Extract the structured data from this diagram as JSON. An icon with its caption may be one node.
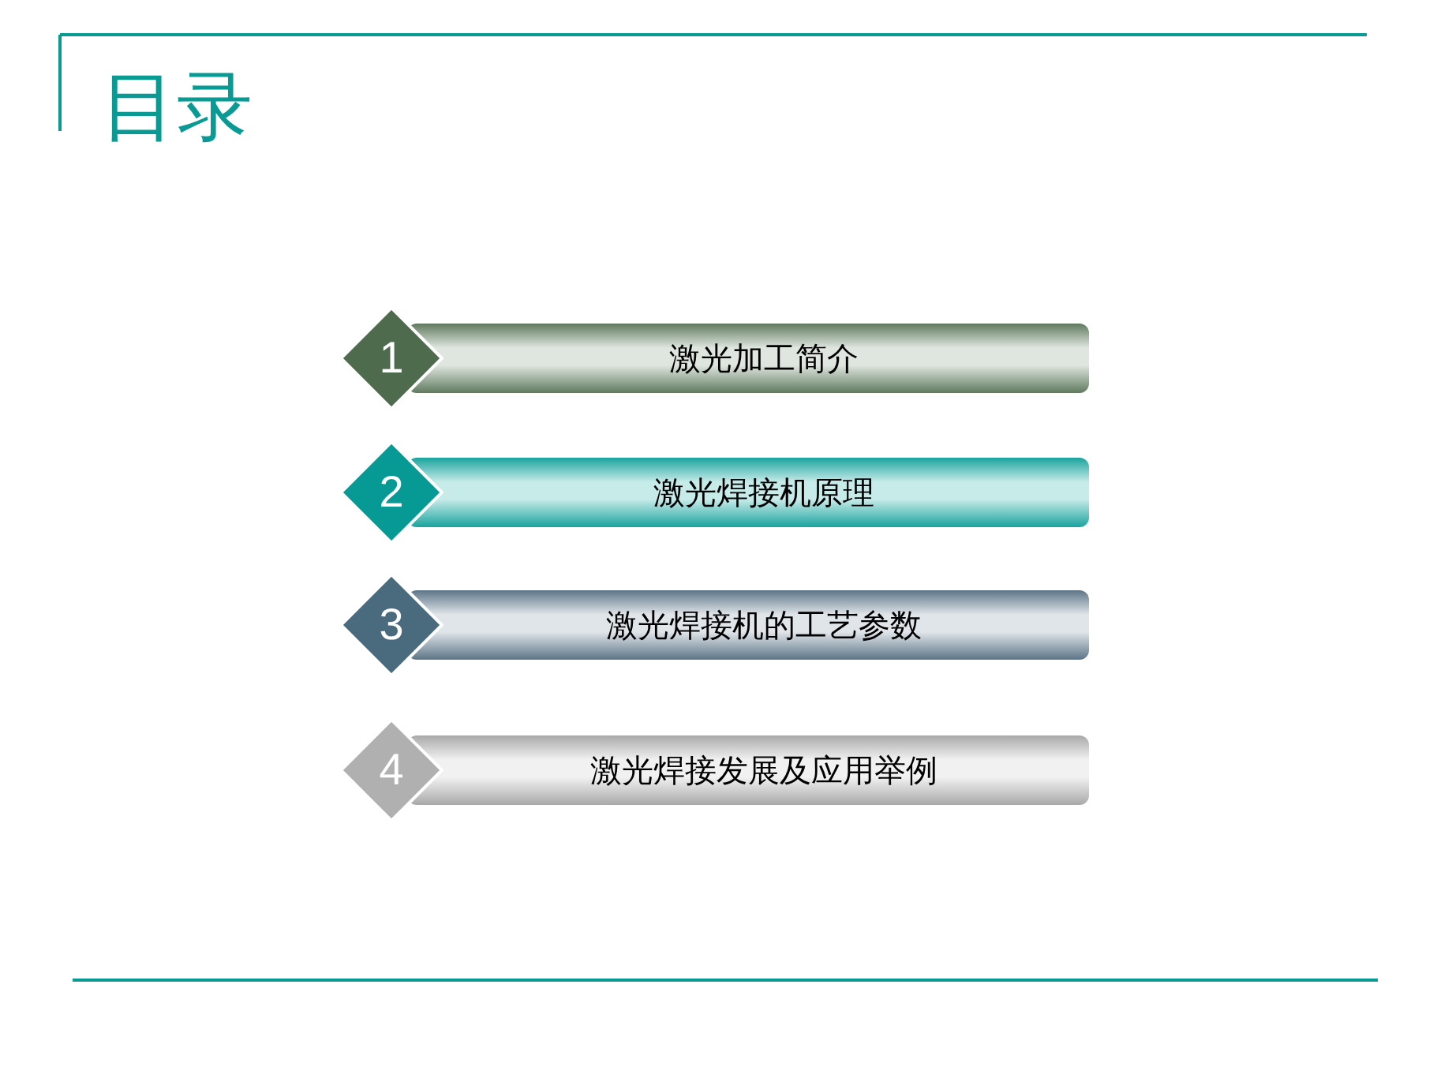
{
  "diagram": {
    "title": "目录",
    "nodes": [
      {
        "text": [
          "1"
        ]
      },
      {
        "text": [
          "激光加工简介"
        ]
      },
      {
        "text": [
          "2"
        ]
      },
      {
        "text": [
          "激光焊接机原理"
        ]
      },
      {
        "text": [
          "3"
        ]
      },
      {
        "text": [
          "激光焊接机的工艺参数"
        ]
      },
      {
        "text": [
          "4"
        ]
      },
      {
        "text": [
          "激光焊接发展及应用举例"
        ]
      }
    ]
  }
}
